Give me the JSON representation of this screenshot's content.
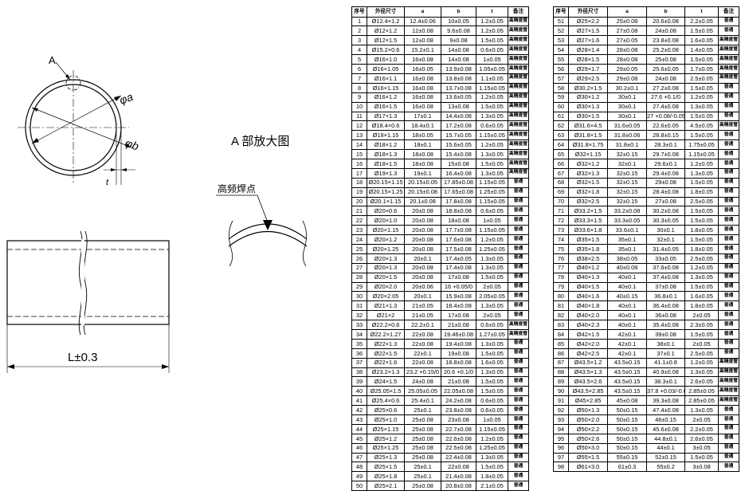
{
  "drawing": {
    "label_a": "A",
    "label_phi_a": "φa",
    "label_phi_b": "φb",
    "label_t": "t",
    "detail_title": "A 部放大图",
    "weld_label": "高频焊点",
    "length_label": "L±0.3"
  },
  "table_headers": [
    "序号",
    "外径尺寸",
    "a",
    "b",
    "t",
    "备注"
  ],
  "table_left": [
    [
      "1",
      "Ø12.4×1.2",
      "12.4±0.06",
      "10±0.05",
      "1.2±0.05",
      "高精度管"
    ],
    [
      "2",
      "Ø12×1.2",
      "12±0.08",
      "9.6±0.08",
      "1.2±0.05",
      "高精度管"
    ],
    [
      "3",
      "Ø12×1.5",
      "12±0.08",
      "9±0.08",
      "1.5±0.05",
      "高精度管"
    ],
    [
      "4",
      "Ø15.2×0.6",
      "15.2±0.1",
      "14±0.08",
      "0.6±0.05",
      "高精度管"
    ],
    [
      "5",
      "Ø16×1.0",
      "16±0.08",
      "14±0.08",
      "1±0.05",
      "高精度管"
    ],
    [
      "6",
      "Ø16×1.05",
      "16±0.05",
      "13.9±0.08",
      "1.05±0.05",
      "高精度管"
    ],
    [
      "7",
      "Ø16×1.1",
      "16±0.08",
      "13.8±0.08",
      "1.1±0.05",
      "高精度管"
    ],
    [
      "8",
      "Ø16×1.15",
      "16±0.08",
      "13.7±0.08",
      "1.15±0.05",
      "高精度管"
    ],
    [
      "9",
      "Ø16×1.2",
      "16±0.08",
      "13.6±0.05",
      "1.2±0.05",
      "高精度管"
    ],
    [
      "10",
      "Ø16×1.5",
      "16±0.08",
      "13±0.08",
      "1.5±0.05",
      "高精度管"
    ],
    [
      "11",
      "Ø17×1.3",
      "17±0.1",
      "14.4±0.08",
      "1.3±0.05",
      "高精度管"
    ],
    [
      "12",
      "Ø18.4×0.6",
      "18.4±0.1",
      "17.2±0.08",
      "0.6±0.05",
      "高精度管"
    ],
    [
      "13",
      "Ø18×1.15",
      "18±0.05",
      "15.7±0.05",
      "1.15±0.05",
      "高精度管"
    ],
    [
      "14",
      "Ø18×1.2",
      "18±0.1",
      "15.6±0.05",
      "1.2±0.05",
      "高精度管"
    ],
    [
      "15",
      "Ø18×1.3",
      "18±0.08",
      "15.4±0.08",
      "1.3±0.05",
      "高精度管"
    ],
    [
      "16",
      "Ø18×1.5",
      "18±0.08",
      "15±0.08",
      "1.5±0.05",
      "高精度管"
    ],
    [
      "17",
      "Ø19×1.3",
      "19±0.1",
      "16.4±0.08",
      "1.3±0.05",
      "高精度管"
    ],
    [
      "18",
      "Ø20.15×1.15",
      "20.15±0.05",
      "17.85±0.08",
      "1.15±0.05",
      "普通"
    ],
    [
      "19",
      "Ø20.15×1.25",
      "20.15±0.08",
      "17.65±0.08",
      "1.25±0.05",
      "普通"
    ],
    [
      "20",
      "Ø20.1×1.15",
      "20.1±0.08",
      "17.8±0.08",
      "1.15±0.05",
      "普通"
    ],
    [
      "21",
      "Ø20×0.6",
      "20±0.08",
      "18.8±0.08",
      "0.6±0.05",
      "普通"
    ],
    [
      "22",
      "Ø20×1.0",
      "20±0.08",
      "18±0.08",
      "1±0.05",
      "普通"
    ],
    [
      "23",
      "Ø20×1.15",
      "20±0.08",
      "17.7±0.08",
      "1.15±0.05",
      "普通"
    ],
    [
      "24",
      "Ø20×1.2",
      "20±0.08",
      "17.6±0.08",
      "1.2±0.05",
      "普通"
    ],
    [
      "25",
      "Ø20×1.25",
      "20±0.08",
      "17.5±0.08",
      "1.25±0.05",
      "普通"
    ],
    [
      "26",
      "Ø20×1.3",
      "20±0.1",
      "17.4±0.05",
      "1.3±0.05",
      "普通"
    ],
    [
      "27",
      "Ø20×1.3",
      "20±0.08",
      "17.4±0.08",
      "1.3±0.05",
      "普通"
    ],
    [
      "28",
      "Ø20×1.5",
      "20±0.08",
      "17±0.08",
      "1.5±0.05",
      "普通"
    ],
    [
      "29",
      "Ø20×2.0",
      "20±0.06",
      "16 +0.05/0",
      "2±0.05",
      "普通"
    ],
    [
      "30",
      "Ø20×2.05",
      "20±0.1",
      "15.9±0.08",
      "2.05±0.05",
      "普通"
    ],
    [
      "31",
      "Ø21×1.3",
      "21±0.05",
      "18.4±0.08",
      "1.3±0.05",
      "普通"
    ],
    [
      "32",
      "Ø21×2",
      "21±0.05",
      "17±0.08",
      "2±0.05",
      "普通"
    ],
    [
      "33",
      "Ø22.2×0.6",
      "22.2±0.1",
      "21±0.08",
      "0.6±0.05",
      "高精度管"
    ],
    [
      "34",
      "Ø22.2×1.27",
      "22±0.08",
      "19.46±0.08",
      "1.27±0.05",
      "高精度管"
    ],
    [
      "35",
      "Ø22×1.3",
      "22±0.08",
      "19.4±0.08",
      "1.3±0.05",
      "普通"
    ],
    [
      "36",
      "Ø22×1.5",
      "22±0.1",
      "19±0.08",
      "1.5±0.05",
      "普通"
    ],
    [
      "37",
      "Ø22×1.6",
      "22±0.08",
      "18.8±0.08",
      "1.6±0.05",
      "普通"
    ],
    [
      "38",
      "Ø23.2×1.3",
      "23.2 +0.15/0",
      "20.6 +0.1/0",
      "1.3±0.05",
      "普通"
    ],
    [
      "39",
      "Ø24×1.5",
      "24±0.08",
      "21±0.08",
      "1.5±0.05",
      "普通"
    ],
    [
      "40",
      "Ø25.05×1.5",
      "25.05±0.05",
      "22.05±0.08",
      "1.5±0.05",
      "普通"
    ],
    [
      "41",
      "Ø25.4×0.6",
      "25.4±0.1",
      "24.2±0.08",
      "0.6±0.05",
      "普通"
    ],
    [
      "42",
      "Ø25×0.6",
      "25±0.1",
      "23.8±0.08",
      "0.6±0.05",
      "普通"
    ],
    [
      "43",
      "Ø25×1.0",
      "25±0.08",
      "23±0.08",
      "1±0.05",
      "普通"
    ],
    [
      "44",
      "Ø25×1.15",
      "25±0.08",
      "22.7±0.08",
      "1.15±0.05",
      "普通"
    ],
    [
      "45",
      "Ø25×1.2",
      "25±0.08",
      "22.6±0.08",
      "1.2±0.05",
      "普通"
    ],
    [
      "46",
      "Ø25×1.25",
      "25±0.08",
      "22.5±0.08",
      "1.25±0.05",
      "普通"
    ],
    [
      "47",
      "Ø25×1.3",
      "25±0.08",
      "22.4±0.08",
      "1.3±0.05",
      "普通"
    ],
    [
      "48",
      "Ø25×1.5",
      "25±0.1",
      "22±0.08",
      "1.5±0.05",
      "普通"
    ],
    [
      "49",
      "Ø25×1.8",
      "25±0.1",
      "21.4±0.08",
      "1.8±0.05",
      "普通"
    ],
    [
      "50",
      "Ø25×2.1",
      "25±0.08",
      "20.8±0.08",
      "2.1±0.05",
      "普通"
    ]
  ],
  "table_right": [
    [
      "51",
      "Ø25×2.2",
      "25±0.08",
      "20.6±0.08",
      "2.2±0.05",
      "普通"
    ],
    [
      "52",
      "Ø27×1.5",
      "27±0.08",
      "24±0.08",
      "1.5±0.05",
      "普通"
    ],
    [
      "53",
      "Ø27×1.6",
      "27±0.05",
      "23.8±0.08",
      "1.6±0.05",
      "高精度管"
    ],
    [
      "54",
      "Ø28×1.4",
      "28±0.08",
      "25.2±0.08",
      "1.4±0.05",
      "高精度管"
    ],
    [
      "55",
      "Ø28×1.5",
      "28±0.08",
      "25±0.08",
      "1.5±0.05",
      "高精度管"
    ],
    [
      "56",
      "Ø29×1.7",
      "29±0.05",
      "25.6±0.05",
      "1.7±0.05",
      "高精度管"
    ],
    [
      "57",
      "Ø29×2.5",
      "29±0.08",
      "24±0.08",
      "2.5±0.05",
      "高精度管"
    ],
    [
      "58",
      "Ø30.2×1.5",
      "30.2±0.1",
      "27.2±0.08",
      "1.5±0.05",
      "普通"
    ],
    [
      "59",
      "Ø30×1.2",
      "30±0.1",
      "27.6 +0.1/0",
      "1.2±0.05",
      "普通"
    ],
    [
      "60",
      "Ø30×1.3",
      "30±0.1",
      "27.4±0.08",
      "1.3±0.05",
      "普通"
    ],
    [
      "61",
      "Ø30×1.5",
      "30±0.1",
      "27 +0.08/-0.05",
      "1.5±0.05",
      "普通"
    ],
    [
      "62",
      "Ø31.6×4.5",
      "31.6±0.05",
      "22.6±0.05",
      "4.5±0.05",
      "高精度管"
    ],
    [
      "63",
      "Ø31.8×1.5",
      "31.8±0.06",
      "28.8±0.15",
      "1.5±0.05",
      "普通"
    ],
    [
      "64",
      "Ø31.8×1.75",
      "31.8±0.1",
      "28.3±0.1",
      "1.75±0.05",
      "普通"
    ],
    [
      "65",
      "Ø32×1.15",
      "32±0.15",
      "29.7±0.08",
      "1.15±0.05",
      "普通"
    ],
    [
      "66",
      "Ø32×1.2",
      "32±0.1",
      "29.6±0.1",
      "1.2±0.05",
      "普通"
    ],
    [
      "67",
      "Ø32×1.3",
      "32±0.15",
      "29.4±0.08",
      "1.3±0.05",
      "普通"
    ],
    [
      "68",
      "Ø32×1.5",
      "32±0.15",
      "29±0.08",
      "1.5±0.05",
      "普通"
    ],
    [
      "69",
      "Ø32×1.8",
      "32±0.15",
      "28.4±0.08",
      "1.8±0.05",
      "普通"
    ],
    [
      "70",
      "Ø32×2.5",
      "32±0.15",
      "27±0.08",
      "2.5±0.05",
      "普通"
    ],
    [
      "71",
      "Ø33.2×1.5",
      "33.2±0.08",
      "30.2±0.08",
      "1.5±0.05",
      "普通"
    ],
    [
      "72",
      "Ø33.3×1.5",
      "33.3±0.05",
      "30.3±0.05",
      "1.5±0.05",
      "普通"
    ],
    [
      "73",
      "Ø33.6×1.8",
      "33.6±0.1",
      "30±0.1",
      "1.8±0.05",
      "普通"
    ],
    [
      "74",
      "Ø35×1.5",
      "35±0.1",
      "32±0.1",
      "1.5±0.05",
      "普通"
    ],
    [
      "75",
      "Ø35×1.8",
      "35±0.1",
      "31.4±0.05",
      "1.8±0.05",
      "普通"
    ],
    [
      "76",
      "Ø38×2.5",
      "38±0.05",
      "33±0.05",
      "2.5±0.05",
      "普通"
    ],
    [
      "77",
      "Ø40×1.2",
      "40±0.08",
      "37.6±0.08",
      "1.2±0.05",
      "普通"
    ],
    [
      "78",
      "Ø40×1.3",
      "40±0.1",
      "37.4±0.08",
      "1.3±0.05",
      "普通"
    ],
    [
      "79",
      "Ø40×1.5",
      "40±0.1",
      "37±0.08",
      "1.5±0.05",
      "普通"
    ],
    [
      "80",
      "Ø40×1.6",
      "40±0.15",
      "36.8±0.1",
      "1.6±0.05",
      "普通"
    ],
    [
      "81",
      "Ø40×1.8",
      "40±0.1",
      "36.4±0.08",
      "1.8±0.05",
      "普通"
    ],
    [
      "82",
      "Ø40×2.0",
      "40±0.1",
      "36±0.08",
      "2±0.05",
      "普通"
    ],
    [
      "83",
      "Ø40×2.3",
      "40±0.1",
      "35.4±0.08",
      "2.3±0.05",
      "普通"
    ],
    [
      "84",
      "Ø42×1.5",
      "42±0.1",
      "39±0.08",
      "1.5±0.05",
      "普通"
    ],
    [
      "85",
      "Ø42×2.0",
      "42±0.1",
      "38±0.1",
      "2±0.05",
      "普通"
    ],
    [
      "86",
      "Ø42×2.5",
      "42±0.1",
      "37±0.1",
      "2.5±0.05",
      "普通"
    ],
    [
      "87",
      "Ø43.5×1.2",
      "43.5±0.15",
      "41.1±0.8",
      "1.2±0.05",
      "高精度管"
    ],
    [
      "88",
      "Ø43.5×1.3",
      "43.5±0.15",
      "40.9±0.08",
      "1.3±0.05",
      "高精度管"
    ],
    [
      "89",
      "Ø43.5×2.6",
      "43.5±0.15",
      "38.3±0.1",
      "2.6±0.05",
      "高精度管"
    ],
    [
      "90",
      "Ø43.5×2.85",
      "43.5±0.15",
      "37.8 +0.03/-0.05",
      "2.85±0.05",
      "高精度管"
    ],
    [
      "91",
      "Ø45×2.85",
      "45±0.08",
      "39.3±0.08",
      "2.85±0.05",
      "高精度管"
    ],
    [
      "92",
      "Ø50×1.3",
      "50±0.15",
      "47.4±0.08",
      "1.3±0.05",
      "普通"
    ],
    [
      "93",
      "Ø50×2.0",
      "50±0.15",
      "46±0.15",
      "2±0.05",
      "普通"
    ],
    [
      "94",
      "Ø50×2.2",
      "50±0.15",
      "45.6±0.08",
      "2.2±0.05",
      "普通"
    ],
    [
      "95",
      "Ø50×2.6",
      "50±0.15",
      "44.8±0.1",
      "2.6±0.05",
      "普通"
    ],
    [
      "96",
      "Ø50×3.0",
      "50±0.15",
      "44±0.1",
      "3±0.05",
      "普通"
    ],
    [
      "97",
      "Ø55×1.5",
      "55±0.15",
      "52±0.15",
      "1.5±0.05",
      "普通"
    ],
    [
      "98",
      "Ø61×3.0",
      "61±0.3",
      "55±0.2",
      "3±0.08",
      "普通"
    ]
  ]
}
